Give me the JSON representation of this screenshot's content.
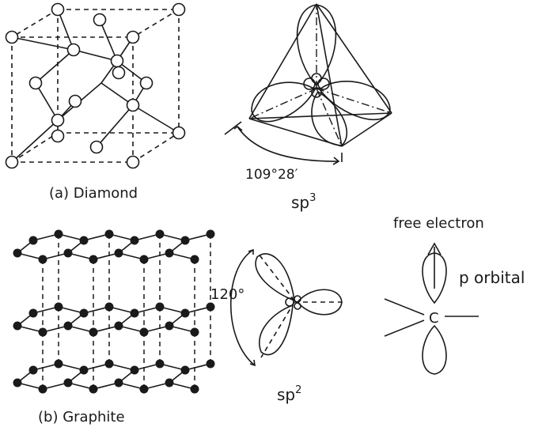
{
  "labels": {
    "diamond": "(a) Diamond",
    "graphite": "(b) Graphite",
    "sp3_base": "sp",
    "sp3_sup": "3",
    "angle_sp3": "109°28′",
    "sp2_base": "sp",
    "sp2_sup": "2",
    "angle_sp2": "120°",
    "free_electron": "free electron",
    "p_orbital": "p orbital",
    "carbon": "C"
  },
  "colors": {
    "ink": "#1a1a1a",
    "background": "#ffffff"
  }
}
